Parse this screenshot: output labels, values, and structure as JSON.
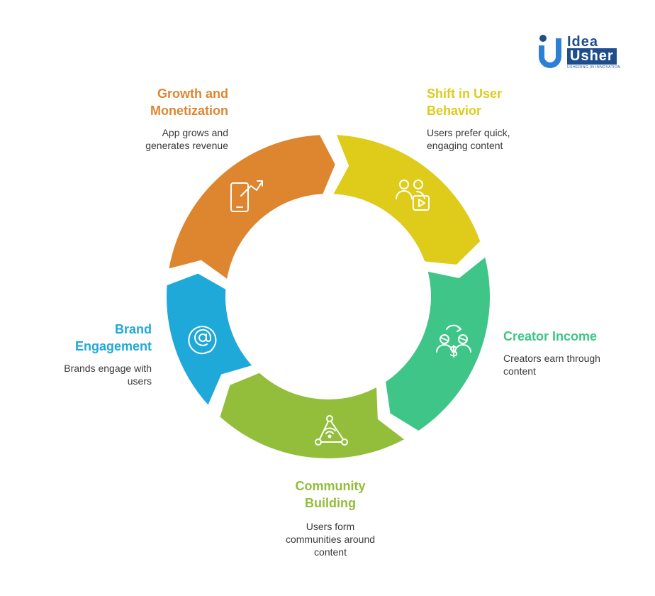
{
  "logo": {
    "line1": "Idea",
    "line2": "Usher",
    "tagline": "USHERING IN INNOVATION"
  },
  "stages": [
    {
      "id": "growth",
      "title_line1": "Growth and",
      "title_line2": "Monetization",
      "desc_line1": "App grows and",
      "desc_line2": "generates revenue",
      "color": "#DE8530",
      "icon": "phone-growth-icon"
    },
    {
      "id": "shift",
      "title_line1": "Shift in User",
      "title_line2": "Behavior",
      "desc_line1": "Users prefer quick,",
      "desc_line2": "engaging content",
      "color": "#DFCB1A",
      "icon": "users-video-icon"
    },
    {
      "id": "creator",
      "title_line1": "Creator Income",
      "title_line2": "",
      "desc_line1": "Creators earn through",
      "desc_line2": "content",
      "color": "#3EC587",
      "icon": "creators-money-icon"
    },
    {
      "id": "community",
      "title_line1": "Community",
      "title_line2": "Building",
      "desc_line1": "Users form",
      "desc_line2": "communities around",
      "desc_line3": "content",
      "color": "#92BE3B",
      "icon": "community-network-icon"
    },
    {
      "id": "brand",
      "title_line1": "Brand",
      "title_line2": "Engagement",
      "desc_line1": "Brands engage with",
      "desc_line2": "users",
      "color": "#1FA9D9",
      "icon": "at-sign-icon"
    }
  ]
}
